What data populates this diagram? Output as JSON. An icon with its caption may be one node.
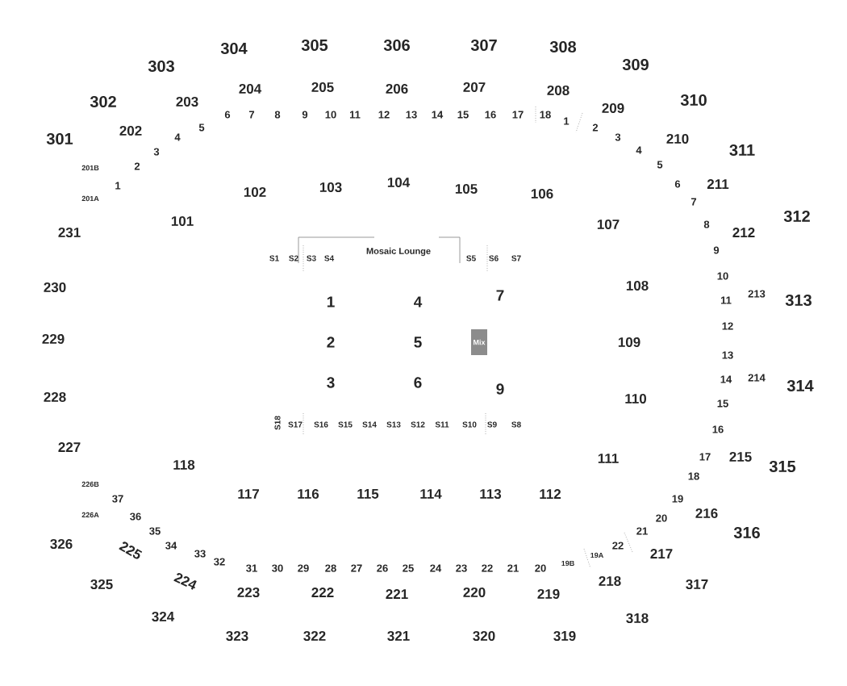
{
  "diagram": {
    "nodes": [
      {
        "text": [
          "Mix"
        ]
      }
    ],
    "labels": [
      "303",
      "304",
      "305",
      "306",
      "307",
      "308",
      "309",
      "204",
      "205",
      "206",
      "207",
      "208",
      "302",
      "203",
      "209",
      "310",
      "6",
      "7",
      "8",
      "9",
      "10",
      "11",
      "12",
      "13",
      "14",
      "15",
      "16",
      "17",
      "18",
      "1",
      "2",
      "301",
      "202",
      "5",
      "4",
      "3",
      "3",
      "210",
      "4",
      "311",
      "201B",
      "2",
      "5",
      "1",
      "201A",
      "6",
      "211",
      "102",
      "103",
      "104",
      "105",
      "106",
      "101",
      "7",
      "312",
      "231",
      "107",
      "8",
      "212",
      "S1",
      "S2",
      "S3",
      "S4",
      "Mosaic Lounge",
      "S5",
      "S6",
      "S7",
      "9",
      "230",
      "1",
      "4",
      "7",
      "108",
      "10",
      "11",
      "213",
      "313",
      "229",
      "2",
      "5",
      "109",
      "12",
      "228",
      "3",
      "6",
      "9",
      "110",
      "13",
      "14",
      "214",
      "314",
      "S18",
      "S17",
      "S16",
      "S15",
      "S14",
      "S13",
      "S12",
      "S11",
      "S10",
      "S9",
      "S8",
      "15",
      "16",
      "227",
      "118",
      "111",
      "17",
      "215",
      "315",
      "226B",
      "37",
      "117",
      "116",
      "115",
      "114",
      "113",
      "112",
      "18",
      "19",
      "216",
      "226A",
      "36",
      "35",
      "20",
      "316",
      "326",
      "225",
      "34",
      "33",
      "21",
      "22",
      "217",
      "32",
      "31",
      "30",
      "29",
      "28",
      "27",
      "26",
      "25",
      "24",
      "23",
      "22",
      "21",
      "20",
      "19B",
      "19A",
      "325",
      "224",
      "223",
      "222",
      "221",
      "220",
      "219",
      "218",
      "317",
      "324",
      "318",
      "323",
      "322",
      "321",
      "320",
      "319"
    ]
  }
}
